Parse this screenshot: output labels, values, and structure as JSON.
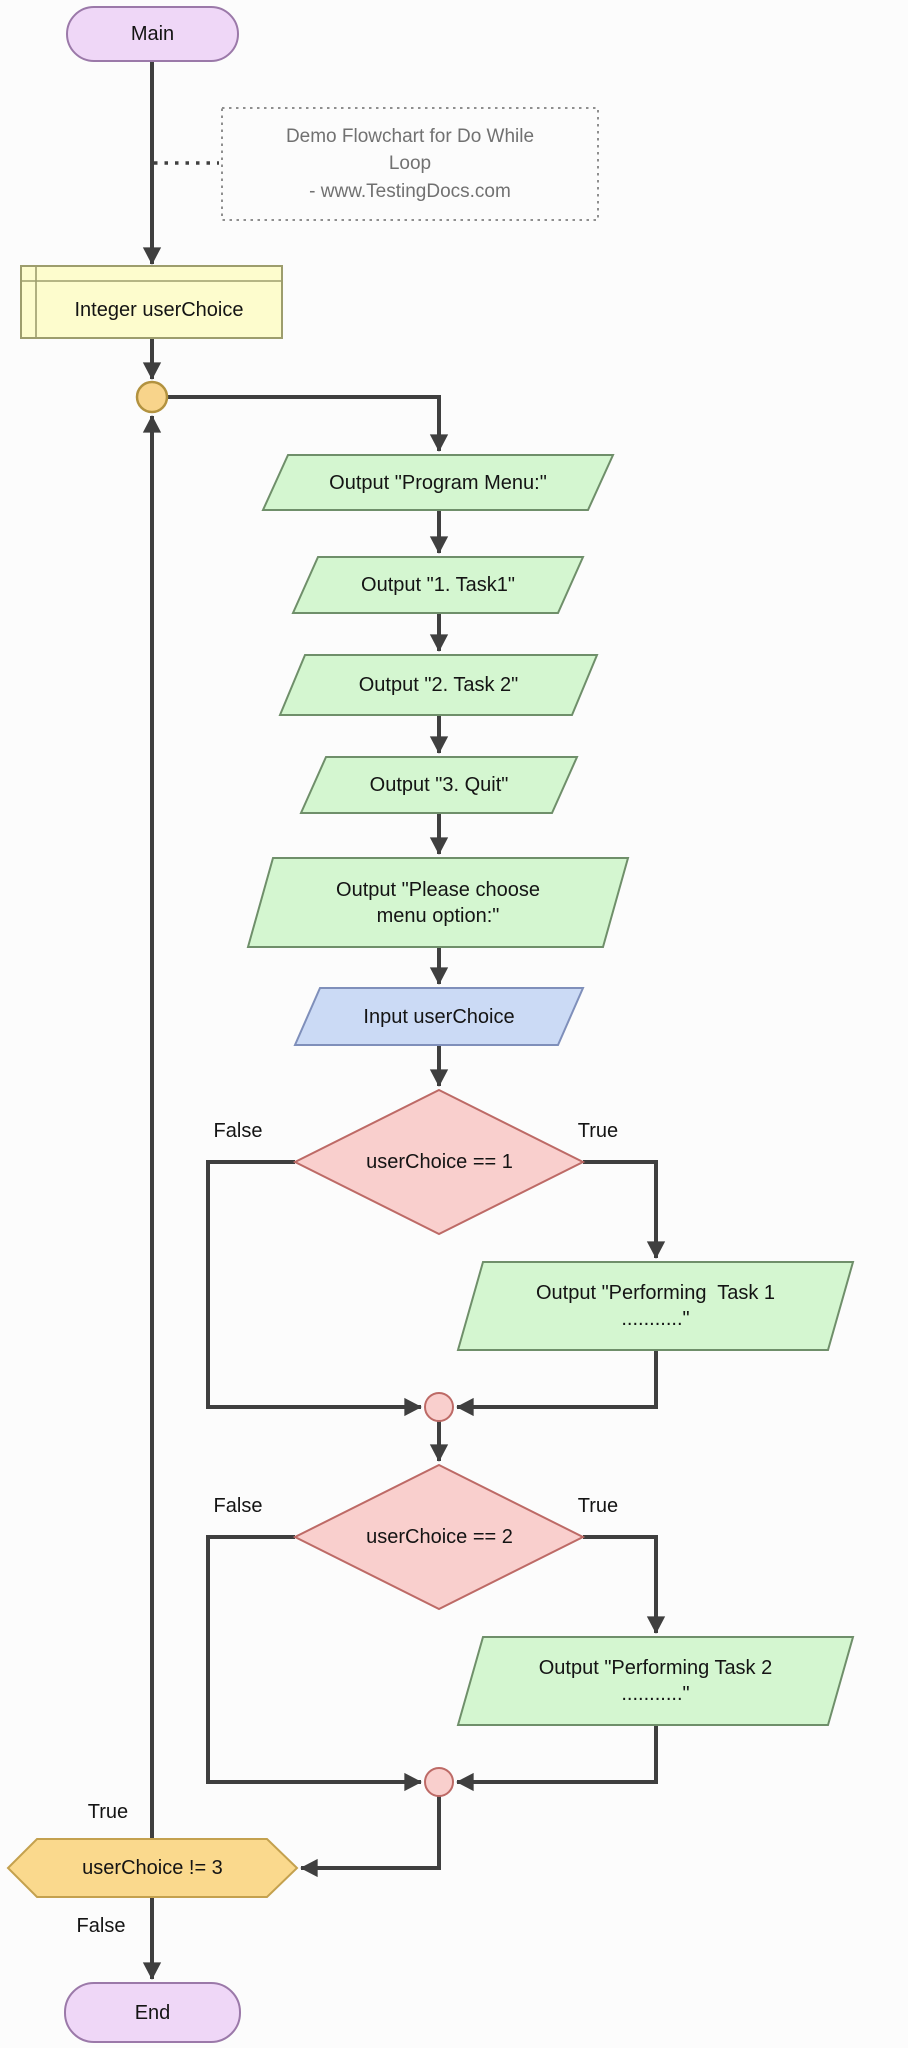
{
  "nodes": {
    "main": "Main",
    "comment": "Demo Flowchart for Do While\nLoop\n- www.TestingDocs.com",
    "declare": "Integer userChoice",
    "output_menu": "Output \"Program Menu:\"",
    "output_task1_item": "Output \"1. Task1\"",
    "output_task2_item": "Output \"2. Task 2\"",
    "output_quit": "Output \"3. Quit\"",
    "output_choose": "Output \"Please choose\nmenu option:\"",
    "input_choice": "Input userChoice",
    "decision1": "userChoice == 1",
    "perform_task1": "Output \"Performing  Task 1\n...........\"",
    "decision2": "userChoice == 2",
    "perform_task2": "Output \"Performing Task 2\n...........\"",
    "loop_condition": "userChoice != 3",
    "end": "End"
  },
  "branches": {
    "decision1_false": "False",
    "decision1_true": "True",
    "decision2_false": "False",
    "decision2_true": "True",
    "loop_true": "True",
    "loop_false": "False"
  },
  "colors": {
    "bg": "#fcfcfc",
    "line": "#3f3f3f",
    "text": "#141414",
    "comment_text": "#717171",
    "comment_border": "#8f8f8f",
    "purple_fill": "#efd7f7",
    "purple_stroke": "#9b79a9",
    "yellow_fill": "#fdfccd",
    "yellow_stroke": "#9d9d6d",
    "green_fill": "#d4f6d0",
    "green_stroke": "#6f8f6a",
    "blue_fill": "#cbdaf5",
    "blue_stroke": "#7f8fba",
    "pink_fill": "#f9cfcd",
    "pink_stroke": "#bd6a66",
    "orange_fill": "#f8d48b",
    "orange_stroke": "#b2923f",
    "hex_fill": "#fad98d",
    "hex_stroke": "#c4a14e"
  }
}
